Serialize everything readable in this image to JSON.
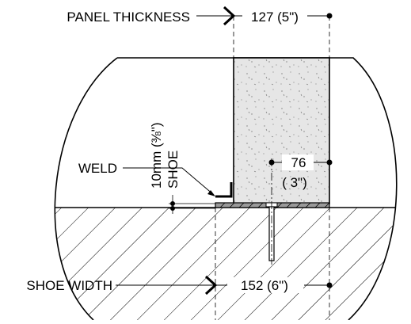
{
  "labels": {
    "panel_thickness": "PANEL THICKNESS",
    "panel_thickness_value": "127 (5\")",
    "shoe_thickness_line1": "10mm (⅜\")",
    "shoe_thickness_line2": "SHOE",
    "weld": "WELD",
    "stud_spacing_value": "76",
    "stud_spacing_imperial": "( 3\")",
    "shoe_width": "SHOE WIDTH",
    "shoe_width_value": "152 (6\")"
  },
  "colors": {
    "line": "#000000",
    "panel_fill": "#e6e6e6",
    "shoe_fill": "#9a9a9a",
    "background": "#ffffff"
  }
}
